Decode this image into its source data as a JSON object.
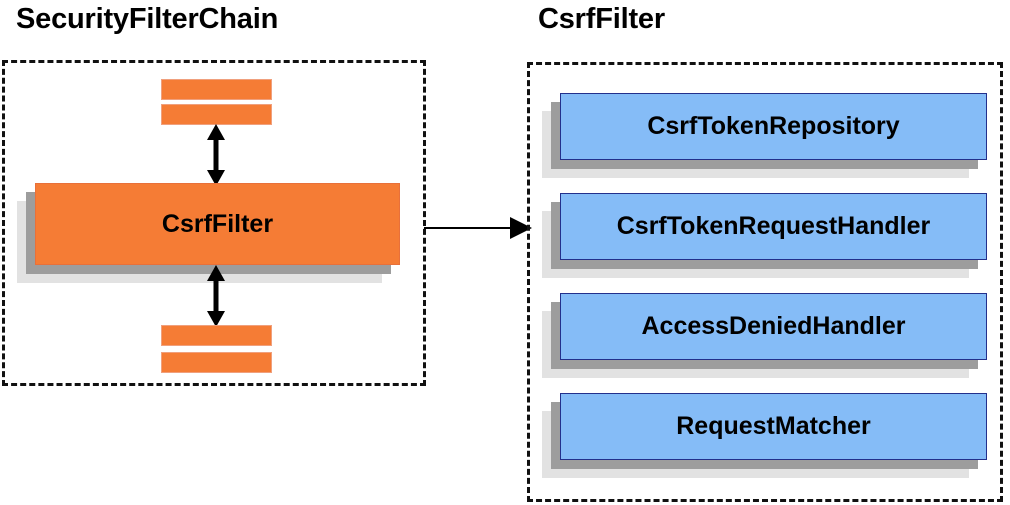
{
  "diagram": {
    "type": "component-relationship-diagram",
    "background_color": "#ffffff"
  },
  "panels": [
    {
      "id": "security-filter-chain",
      "title": "SecurityFilterChain",
      "border_style": "dashed",
      "border_color": "#111111"
    },
    {
      "id": "csrf-filter",
      "title": "CsrfFilter",
      "border_style": "dashed",
      "border_color": "#111111"
    }
  ],
  "left_panel": {
    "title": "SecurityFilterChain",
    "filter_box": {
      "label": "CsrfFilter",
      "fill_color": "#f57c35",
      "border_color": "#e8703a",
      "shadow_colors": [
        "#9d9d9d",
        "#e2e2e2"
      ]
    },
    "top_bars_count": 2,
    "bottom_bars_count": 2,
    "bar_color": "#f57c35",
    "arrows": [
      {
        "name": "top-double-arrow",
        "direction": "double-vertical"
      },
      {
        "name": "bottom-double-arrow",
        "direction": "double-vertical"
      }
    ]
  },
  "connector": {
    "name": "panel-link-arrow",
    "direction": "right",
    "color": "#000000"
  },
  "right_panel": {
    "title": "CsrfFilter",
    "collaborator_fill_color": "#85bcf7",
    "collaborator_border_color": "#23308c",
    "shadow_colors": [
      "#9d9d9d",
      "#e2e2e2"
    ],
    "collaborators": [
      {
        "label": "CsrfTokenRepository"
      },
      {
        "label": "CsrfTokenRequestHandler"
      },
      {
        "label": "AccessDeniedHandler"
      },
      {
        "label": "RequestMatcher"
      }
    ]
  }
}
